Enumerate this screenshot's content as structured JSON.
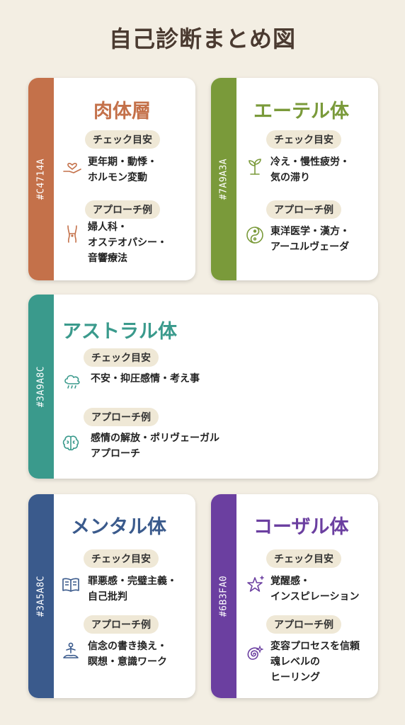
{
  "page": {
    "title": "自己診断まとめ図"
  },
  "labels": {
    "check": "チェック目安",
    "approach": "アプローチ例"
  },
  "cards": {
    "physical": {
      "title": "肉体層",
      "color": "#C4714A",
      "code": "#C4714A",
      "check": "更年期・動悸・\nホルモン変動",
      "approach": "婦人科・\nオステオパシー・\n音響療法",
      "check_icon": "heart-hand-icon",
      "approach_icon": "body-icon"
    },
    "etheric": {
      "title": "エーテル体",
      "color": "#7A9A3A",
      "code": "#7A9A3A",
      "check": "冷え・慢性疲労・\n気の滞り",
      "approach": "東洋医学・漢方・\nアーユルヴェーダ",
      "check_icon": "sprout-icon",
      "approach_icon": "yin-yang-icon"
    },
    "astral": {
      "title": "アストラル体",
      "color": "#3A9A8C",
      "code": "#3A9A8C",
      "check": "不安・抑圧感情・考え事",
      "approach": "感情の解放・ポリヴェーガル\nアプローチ",
      "check_icon": "rain-cloud-icon",
      "approach_icon": "brain-icon"
    },
    "mental": {
      "title": "メンタル体",
      "color": "#3A5A8C",
      "code": "#3A5A8C",
      "check": "罪悪感・完璧主義・\n自己批判",
      "approach": "信念の書き換え・\n瞑想・意識ワーク",
      "check_icon": "book-icon",
      "approach_icon": "meditation-icon"
    },
    "causal": {
      "title": "コーザル体",
      "color": "#6B3FA0",
      "code": "#6B3FA0",
      "check": "覚醒感・\nインスピレーション",
      "approach": "変容プロセスを信頼\n魂レベルの\nヒーリング",
      "check_icon": "star-icon",
      "approach_icon": "spiral-icon"
    }
  }
}
